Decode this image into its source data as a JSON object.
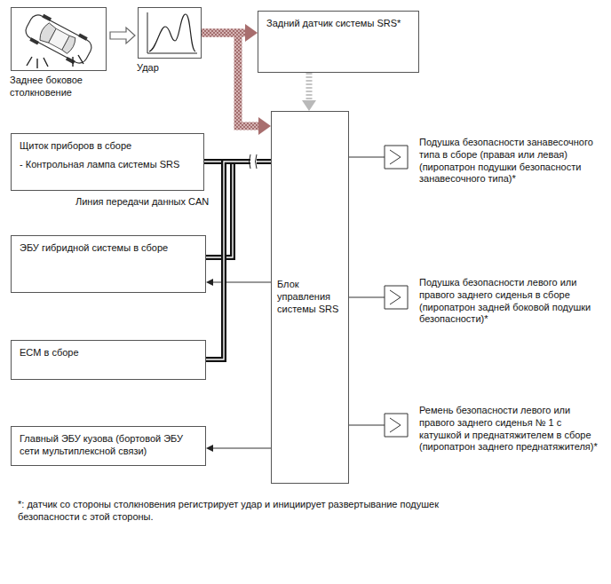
{
  "diagram": {
    "nodes": [
      {
        "text": [
          "Заднее боковое столкновение"
        ]
      },
      {
        "text": [
          "Удар"
        ]
      },
      {
        "text": [
          "Задний датчик системы SRS*"
        ]
      },
      {
        "text": [
          "Щиток приборов в сборе",
          "- Контрольная лампа системы SRS"
        ]
      },
      {
        "text": [
          "ЭБУ гибридной системы в сборе"
        ]
      },
      {
        "text": [
          "ECM в сборе"
        ]
      },
      {
        "text": [
          "Главный ЭБУ кузова (бортовой ЭБУ сети мультиплексной связи)"
        ]
      },
      {
        "text": [
          "Блок управления системы SRS"
        ]
      },
      {
        "text": [
          "Подушка безопасности занавесочного типа в сборе (правая или левая) (пиропатрон подушки безопасности занавесочного типа)*"
        ]
      },
      {
        "text": [
          "Подушка безопасности левого или правого заднего сиденья в сборе (пиропатрон задней боковой подушки безопасности)*"
        ]
      },
      {
        "text": [
          "Ремень безопасности левого или правого заднего сиденья № 1 с катушкой и преднатяжителем в сборе (пиропатрон заднего преднатяжителя)*"
        ]
      }
    ],
    "edges": [
      {
        "from": 0,
        "to": 1,
        "arrow": "to"
      },
      {
        "from": 1,
        "to": 2,
        "arrow": "to"
      },
      {
        "from": 1,
        "to": 7,
        "arrow": "to"
      },
      {
        "from": 2,
        "to": 7,
        "arrow": "to"
      },
      {
        "from": 7,
        "to": 3,
        "arrow": "none"
      },
      {
        "from": 7,
        "to": 4,
        "arrow": "none"
      },
      {
        "from": 7,
        "to": 4,
        "arrow": "to"
      },
      {
        "from": 7,
        "to": 5,
        "arrow": "none"
      },
      {
        "from": 7,
        "to": 6,
        "arrow": "to"
      },
      {
        "from": 7,
        "to": 8,
        "arrow": "none"
      },
      {
        "from": 7,
        "to": 9,
        "arrow": "none"
      },
      {
        "from": 7,
        "to": 10,
        "arrow": "none"
      }
    ],
    "labels": [
      "Линия передачи данных CAN",
      "*: датчик со стороны столкновения регистрирует удар и инициирует развертывание подушек безопасности с этой стороны."
    ]
  }
}
